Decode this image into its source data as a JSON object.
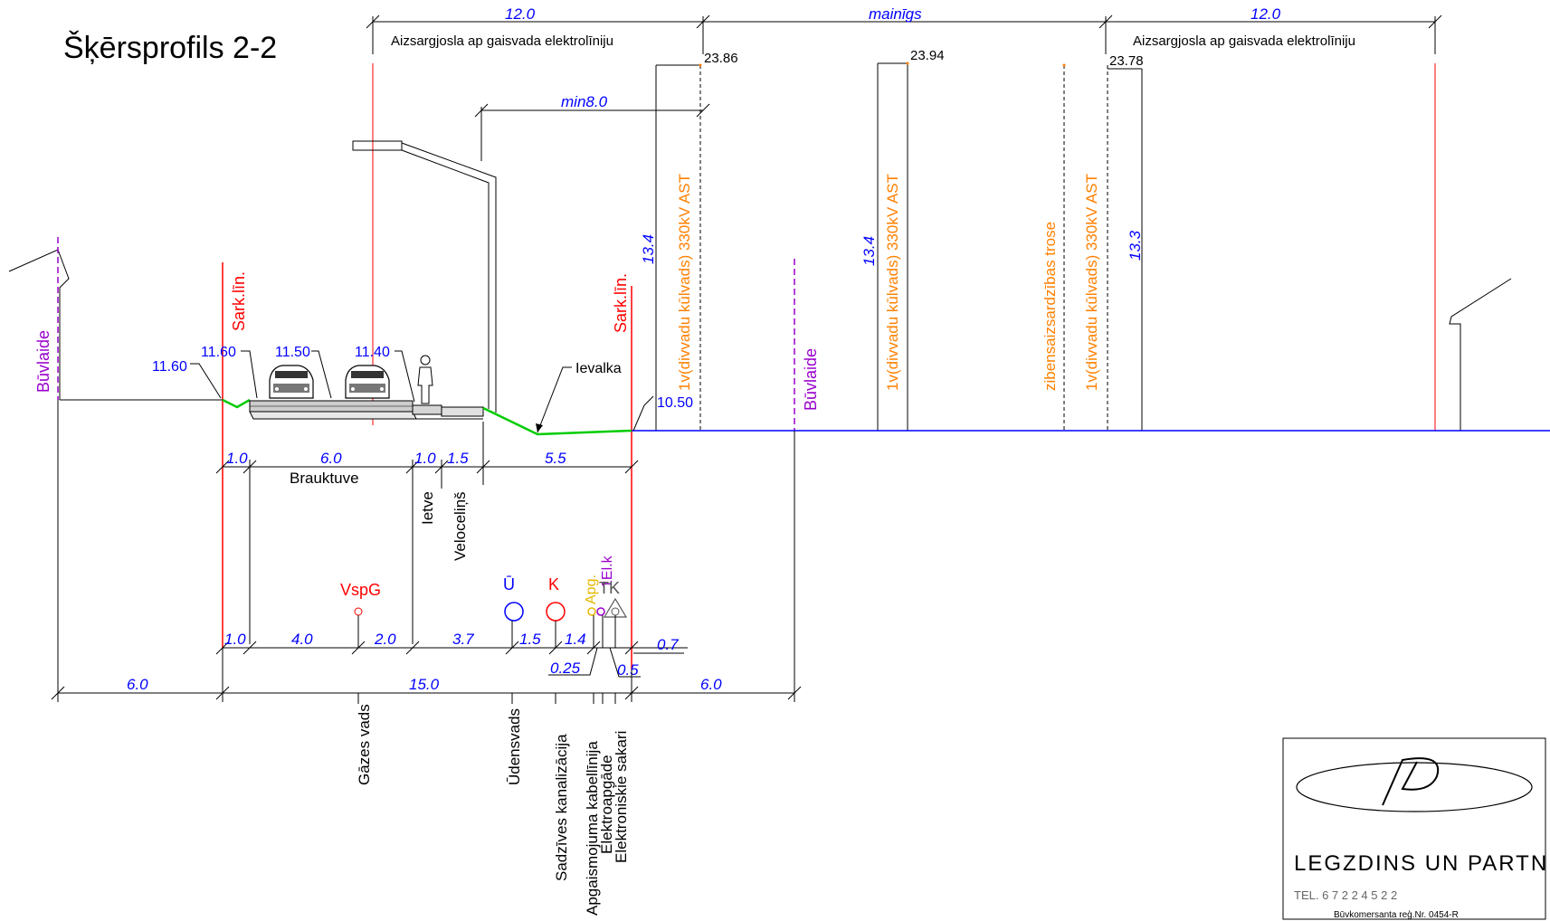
{
  "title": "Šķērsprofils 2-2",
  "colors": {
    "red_line": "#ff0000",
    "building_line": "#9900cc",
    "ditch": "#00cc00",
    "dimension_blue": "#0000ff",
    "power_line": "#ff8000"
  },
  "top_dims": {
    "left": "12.0",
    "middle": "mainīgs",
    "right": "12.0",
    "min": "min8.0"
  },
  "zones": {
    "left": "Aizsargjosla ap gaisvada elektrolīniju",
    "right": "Aizsargjosla ap gaisvada elektrolīniju"
  },
  "elevations": {
    "e1": "11.60",
    "e2": "11.60",
    "e3": "11.50",
    "e4": "11.40",
    "e5": "10.50",
    "top1": "23.86",
    "top2": "23.94",
    "top3": "23.78"
  },
  "vertical_labels": {
    "buvlaide_left": "Būvlaide",
    "buvlaide_right": "Būvlaide",
    "sark_left": "Sark.līn.",
    "sark_right": "Sark.līn.",
    "height1": "13.4",
    "height2": "13.4",
    "height3": "13.3",
    "power1": "1v(divvadu kūlvads) 330kV AST",
    "power2": "1v(divvadu kūlvads) 330kV AST",
    "power3": "1v(divvadu kūlvads) 330kV AST",
    "lightning": "zibensaizsardzības trose",
    "ietve": "Ietve",
    "veloc": "Veloceliņš"
  },
  "ievalka": "Ievalka",
  "row1_dims": [
    "1.0",
    "6.0",
    "1.0",
    "1.5",
    "5.5"
  ],
  "brauktuve": "Brauktuve",
  "utilities": {
    "vspg": "VspG",
    "u": "Ū",
    "k": "K",
    "apg": "Apg.",
    "el": "1El.k",
    "tk": "TK"
  },
  "row2_dims": [
    "1.0",
    "4.0",
    "2.0",
    "3.7",
    "1.5",
    "1.4",
    "0.7",
    "0.25",
    "0.5"
  ],
  "row3_dims": [
    "6.0",
    "15.0",
    "6.0"
  ],
  "utility_names": {
    "gas": "Gāzes vads",
    "water": "Ūdensvads",
    "sewer": "Sadzīves kanalizācija",
    "cable": "Apgaismojuma kabellīnija",
    "power": "Elektroapgāde",
    "telecom": "Elektroniskie sakari"
  },
  "logo": {
    "company": "LEGZDINS UN PARTNERI",
    "tel": "TEL. 6 7 2 2 4 5 2 2",
    "reg": "Būvkomersanta reģ.Nr. 0454-R"
  }
}
